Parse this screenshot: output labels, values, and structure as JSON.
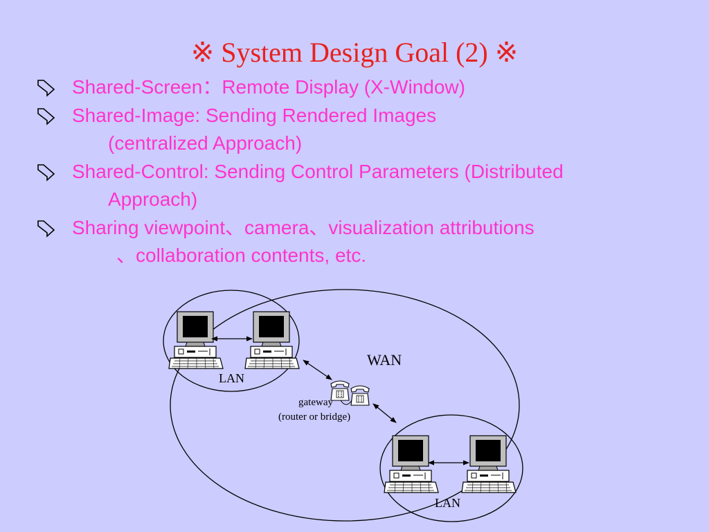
{
  "slide": {
    "title": "※ System Design Goal (2) ※",
    "bullets": [
      {
        "lines": [
          "Shared-Screen：Remote Display (X-Window)"
        ]
      },
      {
        "lines": [
          "Shared-Image: Sending Rendered Images",
          "(centralized Approach)"
        ]
      },
      {
        "lines": [
          "Shared-Control: Sending Control Parameters (Distributed",
          "Approach)"
        ]
      },
      {
        "lines": [
          "Sharing viewpoint、camera、visualization attributions",
          "、collaboration contents, etc."
        ]
      }
    ]
  },
  "diagram": {
    "wan_label": "WAN",
    "lan_top_label": "LAN",
    "lan_bottom_label": "LAN",
    "gateway_label": "gateway",
    "gateway_sublabel": "(router or bridge)"
  },
  "colors": {
    "background": "#ccccff",
    "title": "#e8211e",
    "bullet_text": "#ff33cc",
    "bullet_marker": "#000000",
    "diagram_lines": "#000000"
  },
  "icons": {
    "bullet_marker": "hollow-arrow-icon",
    "computer": "desktop-computer-icon",
    "telephone": "telephone-icon"
  }
}
